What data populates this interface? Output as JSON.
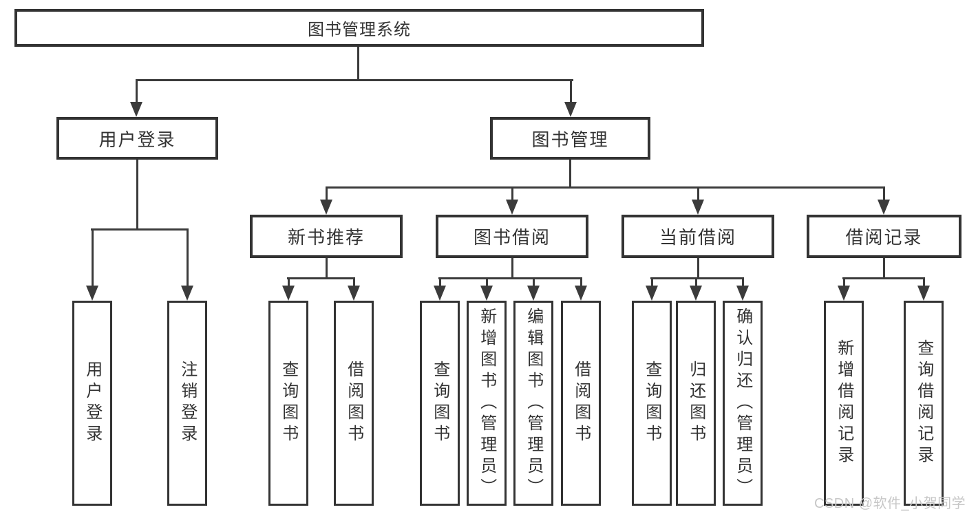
{
  "colors": {
    "line": "#3b3b3b",
    "box_border": "#333333",
    "text": "#333333",
    "watermark": "#c7c7c7",
    "background": "#ffffff"
  },
  "root": {
    "label": "图书管理系统"
  },
  "branches": {
    "user_login": {
      "label": "用户登录",
      "children": [
        "用户登录",
        "注销登录"
      ]
    },
    "book_mgmt": {
      "label": "图书管理"
    }
  },
  "modules": [
    {
      "label": "新书推荐",
      "children": [
        "查询图书",
        "借阅图书"
      ]
    },
    {
      "label": "图书借阅",
      "children": [
        "查询图书",
        "新增图书（管理员）",
        "编辑图书（管理员）",
        "借阅图书"
      ]
    },
    {
      "label": "当前借阅",
      "children": [
        "查询图书",
        "归还图书",
        "确认归还（管理员）"
      ]
    },
    {
      "label": "借阅记录",
      "children": [
        "新增借阅记录",
        "查询借阅记录"
      ]
    }
  ],
  "watermark": {
    "text": "CSDN @软件_小贺同学"
  }
}
